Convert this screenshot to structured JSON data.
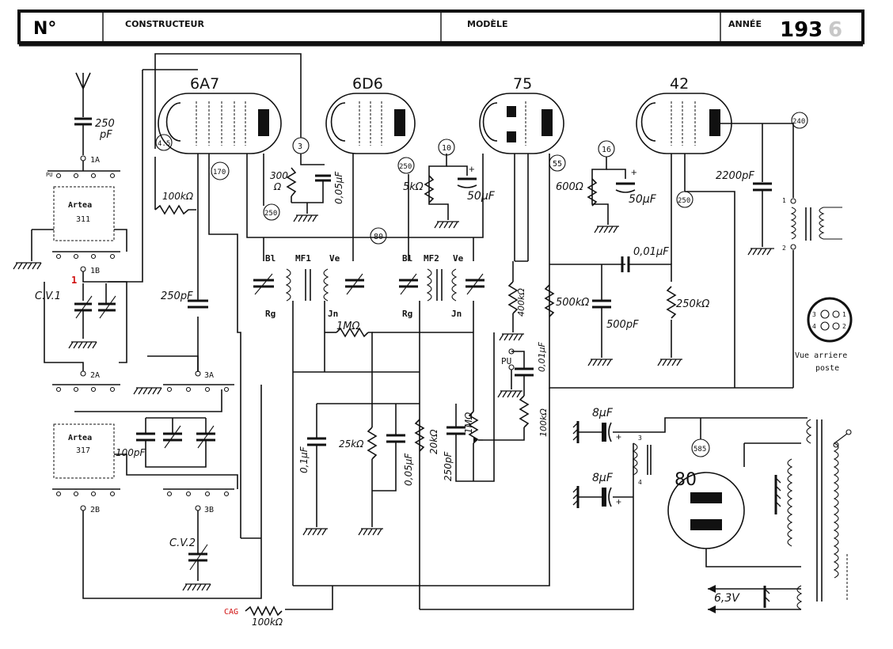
{
  "header": {
    "no_label": "N°",
    "constructeur_label": "CONSTRUCTEUR",
    "modele_label": "MODÈLE",
    "annee_label": "ANNÉE",
    "year_text": "193",
    "year_last_digit": "6"
  },
  "tubes": [
    "6A7",
    "6D6",
    "75",
    "42",
    "80"
  ],
  "pin_badges": [
    "4.5",
    "170",
    "3",
    "250",
    "250",
    "80",
    "10",
    "55",
    "16",
    "250",
    "240",
    "585"
  ],
  "components": {
    "c_ant": "250",
    "c_ant_unit": "pF",
    "r_100k_top": "100kΩ",
    "c_250pf_mid": "250pF",
    "r_300": "300",
    "r_300_unit": "Ω",
    "c_005_1": "0,05μF",
    "r_5k": "5kΩ",
    "c_50_1": "50μF",
    "r_600": "600Ω",
    "c_50_2": "50μF",
    "c_2200": "2200pF",
    "c_001_top": "0,01μF",
    "r_400k": "400kΩ",
    "r_500k": "500kΩ",
    "c_500pf": "500pF",
    "r_250k": "250kΩ",
    "r_1m_h": "1MΩ",
    "c_001_pu": "0,01μF",
    "r_100k_pu": "100kΩ",
    "c_01": "0,1μF",
    "r_25k": "25kΩ",
    "c_005_2": "0,05μF",
    "r_20k": "20kΩ",
    "c_250pf_low": "250pF",
    "r_1m_pot": "1MΩ",
    "c_100pf": "100pF",
    "c_8_1": "8μF",
    "c_8_2": "8μF",
    "v_63": "6,3V",
    "r_cag": "100kΩ"
  },
  "labels": {
    "mf1": "MF1",
    "mf2": "MF2",
    "bl": "Bl",
    "ve": "Ve",
    "rg": "Rg",
    "jn": "Jn",
    "pu": "PU",
    "cag": "CAG",
    "cv1": "C.V.1",
    "cv2": "C.V.2",
    "red_one": "1",
    "artea_311": "Artea",
    "artea_311_num": "311",
    "artea_317": "Artea",
    "artea_317_num": "317",
    "sw_1a": "1A",
    "sw_1b": "1B",
    "sw_2a": "2A",
    "sw_2b": "2B",
    "sw_3a": "3A",
    "sw_3b": "3B",
    "sw_pu": "PU",
    "vue_arriere": "Vue arriere",
    "poste": "poste",
    "socket_pins": [
      "3",
      "1",
      "4",
      "2"
    ]
  },
  "colors": {
    "ink": "#111111",
    "accent_red": "#d01010",
    "year_ghost": "#c8c8c8"
  }
}
